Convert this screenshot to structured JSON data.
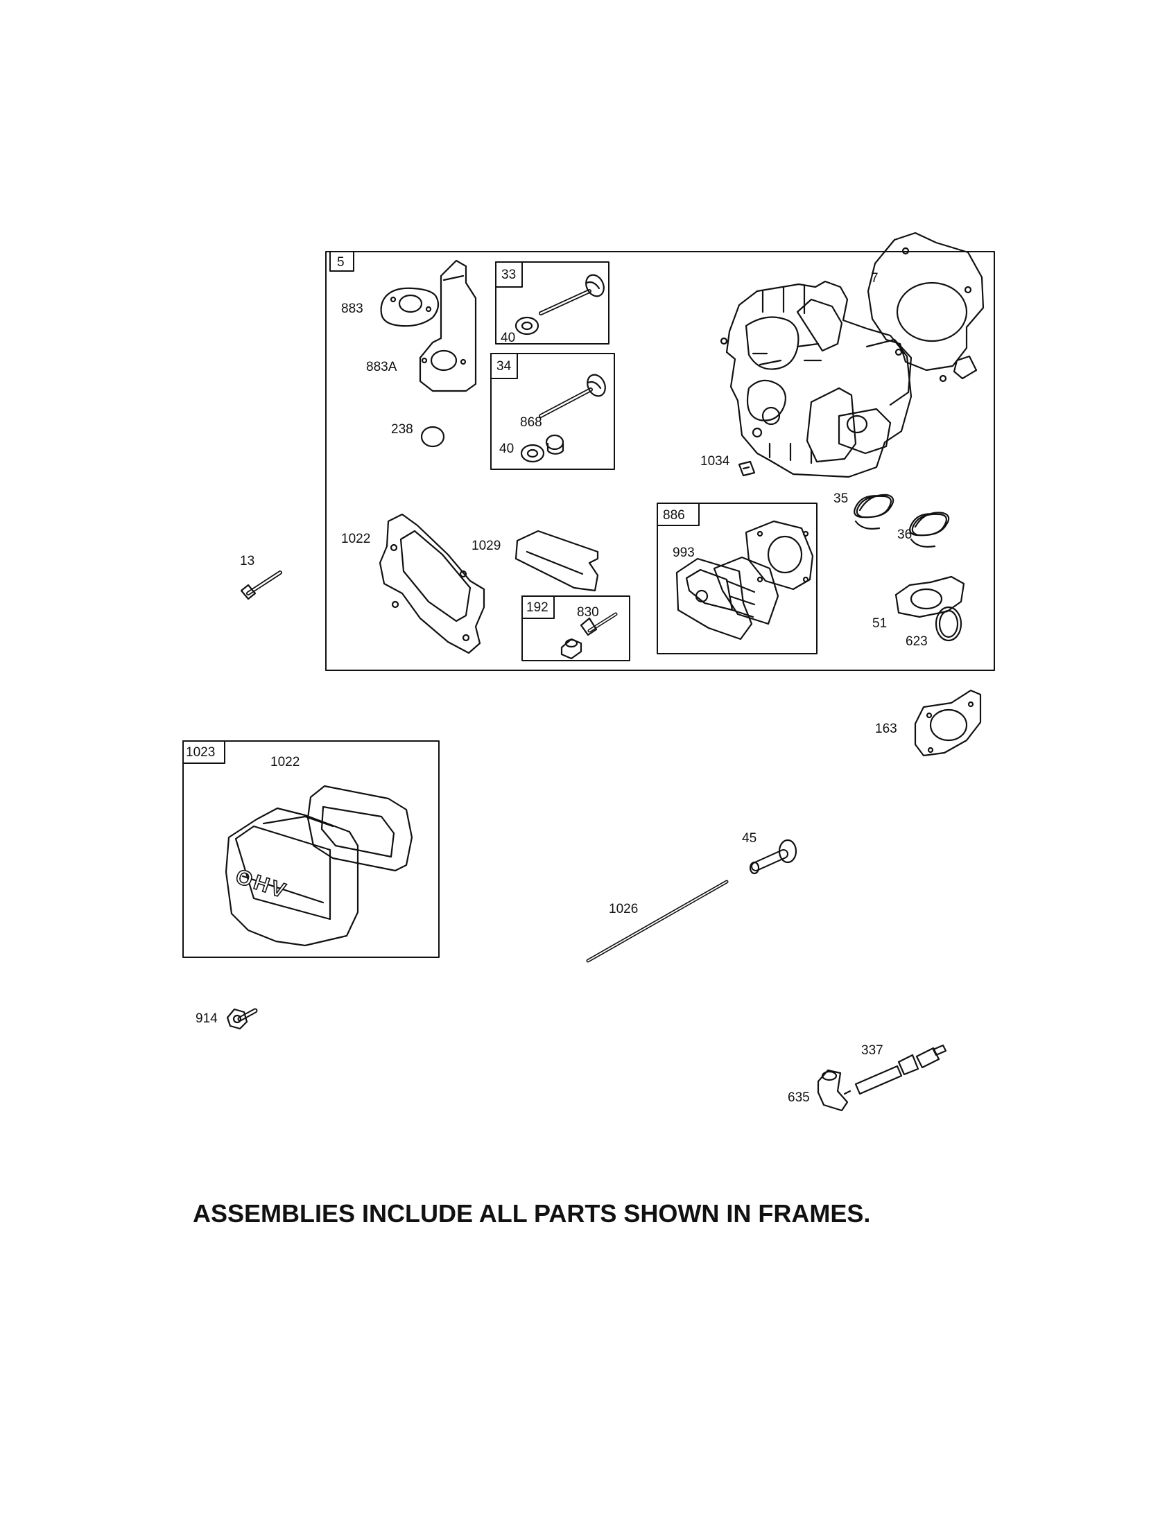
{
  "frames": {
    "main": "5",
    "valve_intake": "33",
    "valve_exhaust": "34",
    "gasket_set": "886",
    "breather": "192",
    "cover_assy": "1023"
  },
  "labels": {
    "p883": "883",
    "p883a": "883A",
    "p238": "238",
    "p40a": "40",
    "p868": "868",
    "p40b": "40",
    "p7": "7",
    "p1034": "1034",
    "p35": "35",
    "p36": "36",
    "p1022a": "1022",
    "p1029": "1029",
    "p993": "993",
    "p830": "830",
    "p51": "51",
    "p623": "623",
    "p13": "13",
    "p163": "163",
    "p1022b": "1022",
    "p45": "45",
    "p1026": "1026",
    "p914": "914",
    "p337": "337",
    "p635": "635"
  },
  "cover_logo": "OHV",
  "footer_note": "ASSEMBLIES INCLUDE ALL PARTS SHOWN IN FRAMES."
}
